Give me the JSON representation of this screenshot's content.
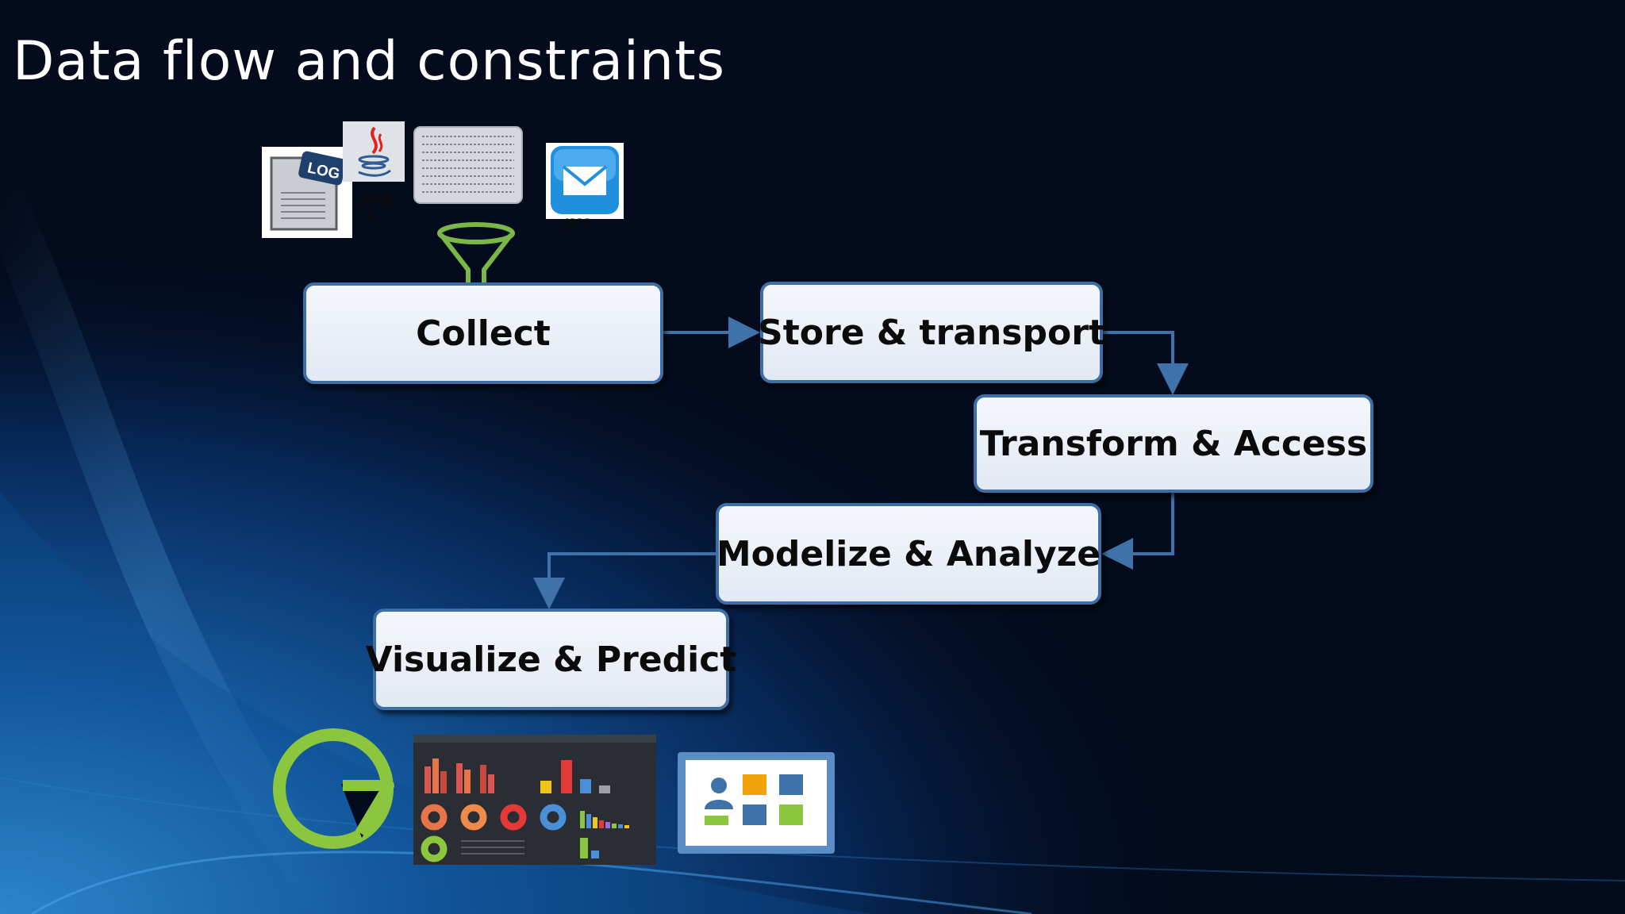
{
  "slide": {
    "title": "Data flow and constraints"
  },
  "sources": {
    "log_badge": "LOG",
    "jmx_label": "JMX",
    "jmx_sublabel": "4",
    "jms_label": "JMS"
  },
  "flow": {
    "collect": "Collect",
    "store_transport": "Store & transport",
    "transform_access": "Transform & Access",
    "modelize_analyze": "Modelize & Analyze",
    "visualize_predict": "Visualize & Predict"
  },
  "colors": {
    "background": "#030b1c",
    "box_border": "#3d6fa6",
    "arrow": "#3f72a8",
    "funnel": "#7ab648",
    "title": "#ffffff"
  }
}
